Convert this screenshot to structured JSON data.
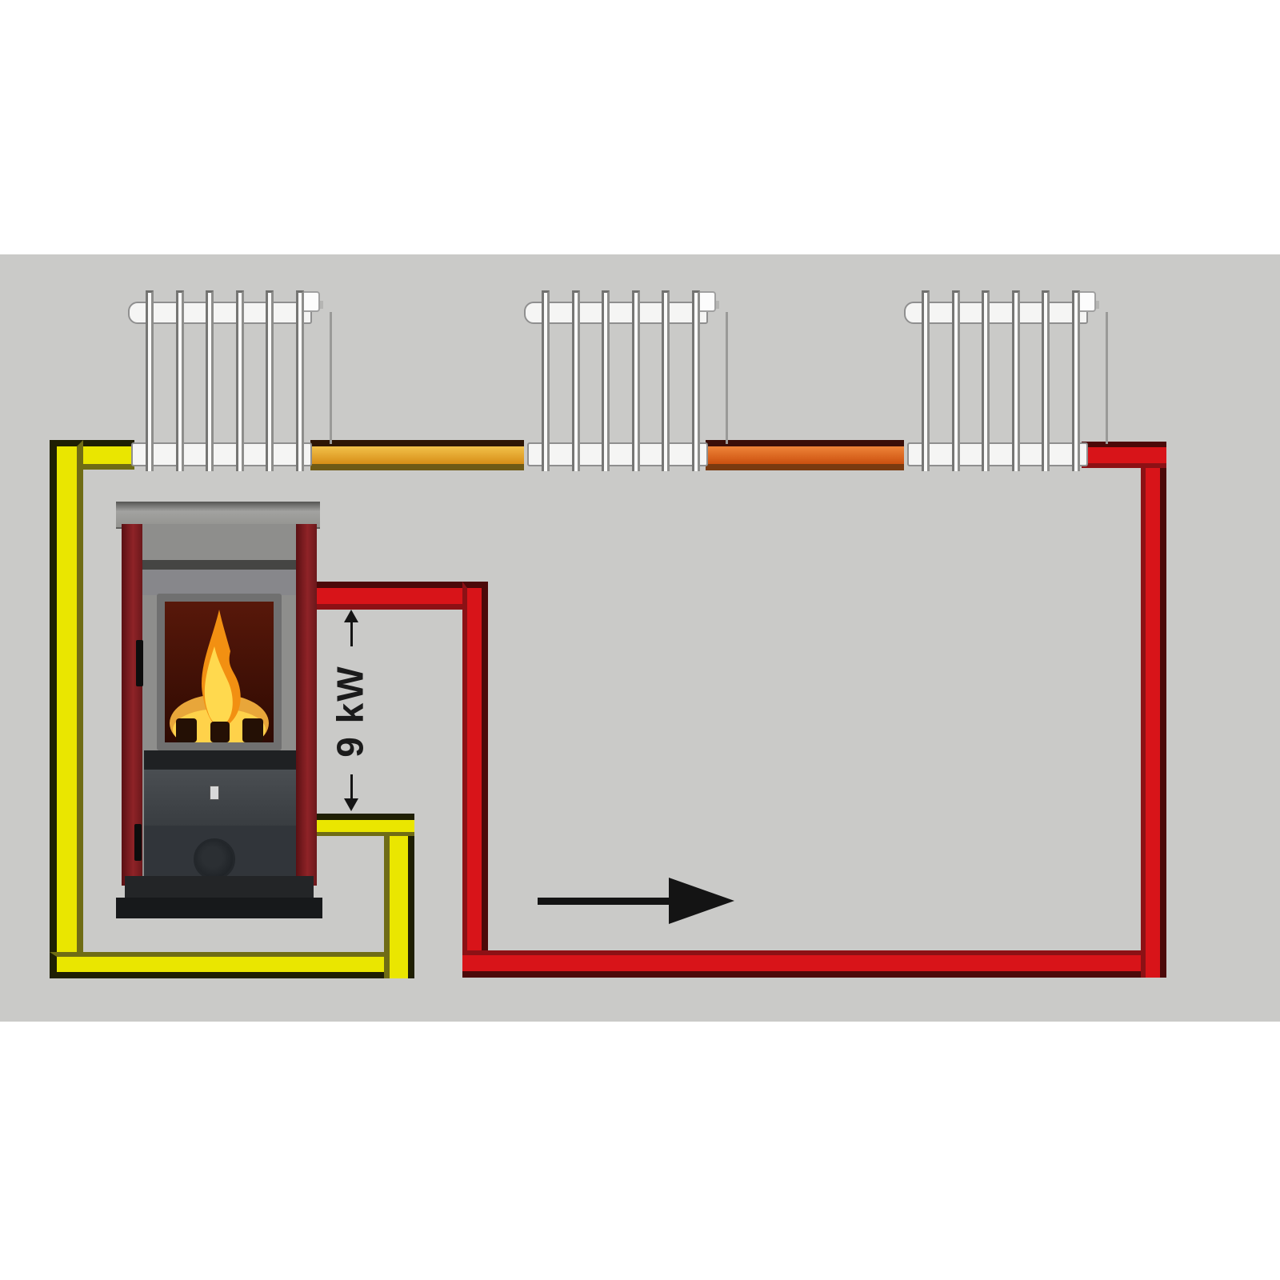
{
  "diagram": {
    "power_label": "9 kW",
    "radiator_count": 3,
    "radiator_fin_count": 6,
    "icons": {
      "flow_arrow": "right-arrow-icon",
      "dimension_top": "up-arrow-icon",
      "dimension_bottom": "down-arrow-icon"
    },
    "colors": {
      "canvas_gray": "#cacac8",
      "supply_red": "#d81419",
      "return_yellow": "#eae600",
      "interconnect_orange": "#d78e17",
      "interconnect_rust": "#cc500f",
      "stove_maroon": "#7c1e22",
      "flame_orange": "#f29012",
      "flame_yellow": "#ffd94e",
      "arrow_black": "#141414"
    }
  }
}
